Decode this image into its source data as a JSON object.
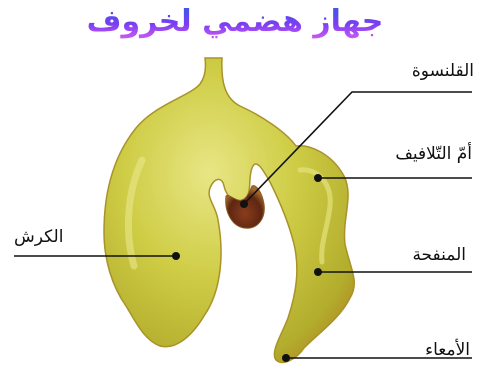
{
  "title": "جهاز هضمي لخروف",
  "labels": {
    "reticulum": "القلنسوة",
    "omasum": "أمّ التّلافيف",
    "rumen": "الكرش",
    "abomasum": "المنفحة",
    "intestine": "الأمعاء"
  },
  "colors": {
    "organ_fill": "#c9c83a",
    "organ_highlight": "#e3e27a",
    "organ_edge": "#a78a22",
    "reticulum_dark": "#6b2e17",
    "title_blue": "#2c5de8",
    "title_pink": "#e05ff3"
  }
}
